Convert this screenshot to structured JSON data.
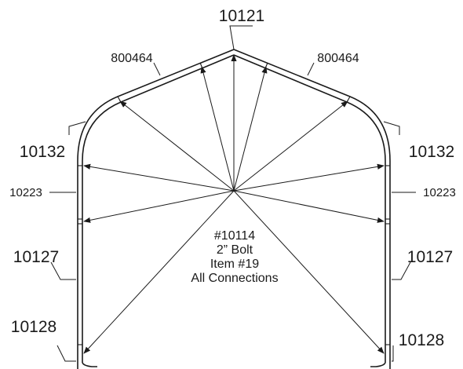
{
  "labels": {
    "ridge": "10121",
    "rafter_left": "800464",
    "rafter_right": "800464",
    "corner_left": "10132",
    "corner_right": "10132",
    "short_left": "10223",
    "short_right": "10223",
    "leg_left": "10127",
    "leg_right": "10127",
    "foot_left": "10128",
    "foot_right": "10128"
  },
  "note": {
    "part": "#10114",
    "bolt": "2” Bolt",
    "item": "Item #19",
    "scope": "All Connections"
  }
}
